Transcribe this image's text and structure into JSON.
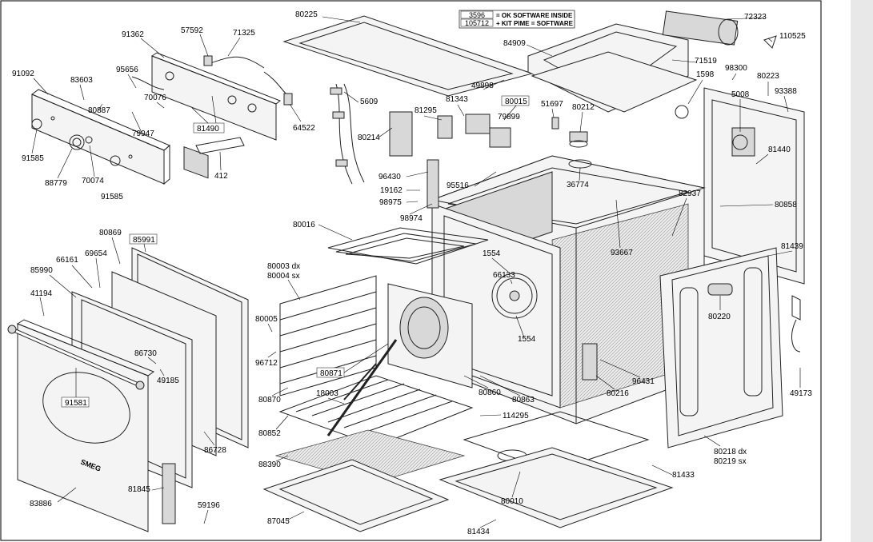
{
  "legend": {
    "ok_code": "3596",
    "ok_text": "= OK SOFTWARE INSIDE",
    "ok_color": "#1a8a3a",
    "kit_code": "105712",
    "kit_text": "+ KIT PIME = SOFTWARE",
    "kit_color": "#d0202a"
  },
  "brand": "SMEG",
  "parts": [
    "80225",
    "72323",
    "110525",
    "91362",
    "57592",
    "71325",
    "84909",
    "71519",
    "98300",
    "80223",
    "91092",
    "83603",
    "95656",
    "49898",
    "1598",
    "5008",
    "93388",
    "80887",
    "70076",
    "64522",
    "5609",
    "81343",
    "80015",
    "51697",
    "80212",
    "81295",
    "79899",
    "81490",
    "79947",
    "80214",
    "91585",
    "88779",
    "70074",
    "412",
    "96430",
    "95516",
    "36774",
    "19162",
    "98975",
    "82937",
    "81440",
    "98974",
    "80858",
    "80016",
    "80869",
    "85991",
    "66161",
    "69654",
    "85990",
    "80003 dx",
    "80004 sx",
    "1554",
    "66133",
    "93667",
    "81439",
    "41194",
    "80005",
    "80220",
    "96712",
    "86730",
    "49185",
    "80871",
    "80860",
    "80863",
    "96431",
    "80216",
    "91581",
    "80870",
    "18003",
    "114295",
    "49173",
    "80852",
    "86728",
    "88390",
    "80218 dx",
    "80219 sx",
    "81845",
    "59196",
    "81433",
    "83886",
    "87045",
    "80010",
    "81434",
    "1554"
  ]
}
